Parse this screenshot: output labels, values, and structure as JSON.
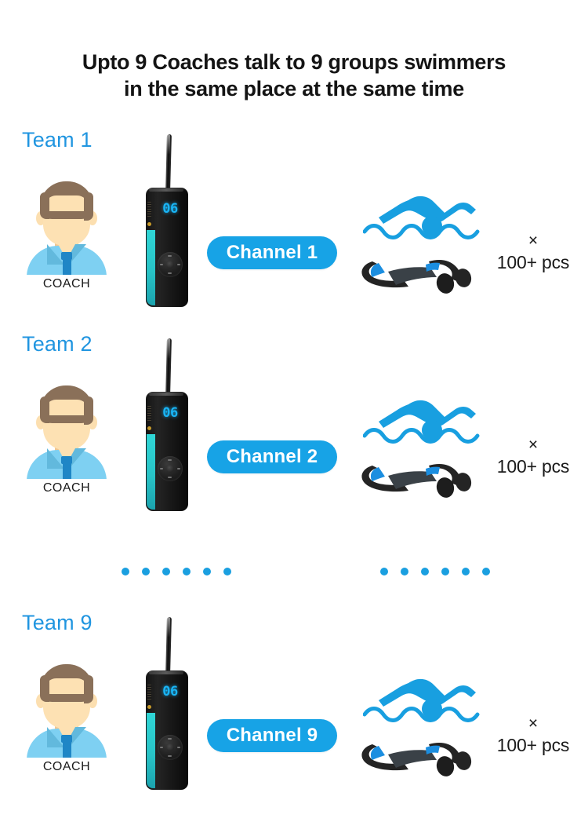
{
  "page": {
    "background": "#ffffff",
    "accent_blue": "#17a3e6",
    "team_label_color": "#2095e0",
    "device_stripe_color": "#2fd6d6",
    "screen_text_color": "#19b4f5",
    "dot_color": "#1a9fe0"
  },
  "title": {
    "line1": "Upto 9 Coaches talk to 9 groups swimmers",
    "line2": "in the same place at the same time"
  },
  "rows": [
    {
      "team_label": "Team 1",
      "coach_label": "COACH",
      "device_display": "06",
      "channel_label": "Channel 1",
      "qty_times": "×",
      "qty_amount": "100+ pcs",
      "swimmer_icon": "swimmer-icon",
      "headphone_icon": "bone-conduction-headphone-icon"
    },
    {
      "team_label": "Team 2",
      "coach_label": "COACH",
      "device_display": "06",
      "channel_label": "Channel 2",
      "qty_times": "×",
      "qty_amount": "100+ pcs",
      "swimmer_icon": "swimmer-icon",
      "headphone_icon": "bone-conduction-headphone-icon"
    },
    {
      "team_label": "Team 9",
      "coach_label": "COACH",
      "device_display": "06",
      "channel_label": "Channel 9",
      "qty_times": "×",
      "qty_amount": "100+ pcs",
      "swimmer_icon": "swimmer-icon",
      "headphone_icon": "bone-conduction-headphone-icon"
    }
  ],
  "ellipsis": {
    "left_dot_count": 6,
    "right_dot_count": 6
  }
}
